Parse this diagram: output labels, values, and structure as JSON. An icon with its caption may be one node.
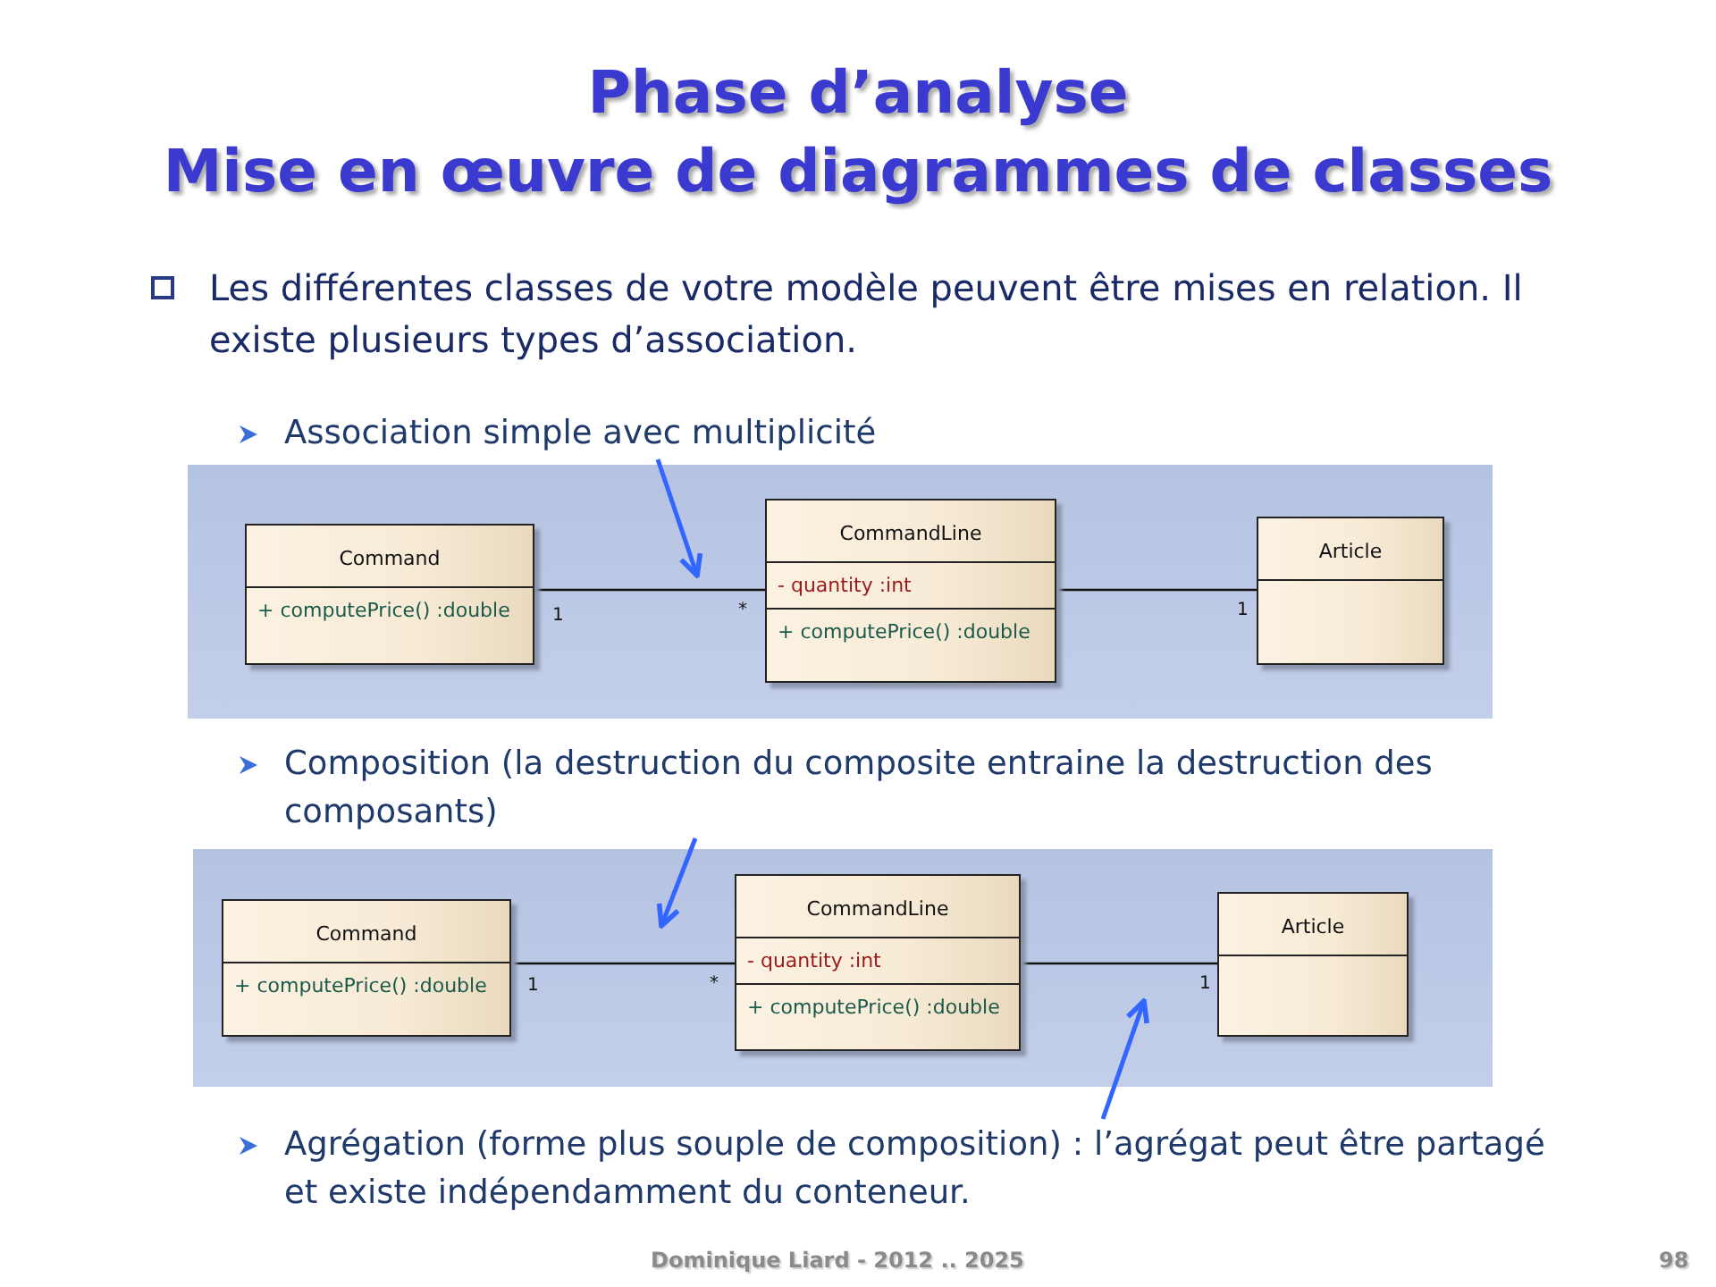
{
  "diagram": {
    "title": "Phase d’analyse",
    "nodes": [
      {
        "text": [
          "Association simple avec multiplicité"
        ]
      },
      {
        "text": [
          "Command",
          "+ computePrice() :double"
        ]
      },
      {
        "text": [
          "CommandLine",
          "- quantity :int",
          "+ computePrice() :double"
        ]
      },
      {
        "text": [
          "Article"
        ]
      },
      {
        "text": [
          "Composition (la destruction du composite entraine la destruction des composants)"
        ]
      },
      {
        "text": [
          "Command",
          "+ computePrice() :double"
        ]
      },
      {
        "text": [
          "CommandLine",
          "- quantity :int",
          "+ computePrice() :double"
        ]
      },
      {
        "text": [
          "Article"
        ]
      },
      {
        "text": [
          "Agrégation (forme plus souple de composition) : l’agrégat peut être partagé et existe indépendamment du conteneur."
        ]
      }
    ],
    "edges": [
      {
        "from": 1,
        "to": 2,
        "arrow": "none"
      },
      {
        "from": 2,
        "to": 3,
        "arrow": "none"
      },
      {
        "from": 0,
        "to": null,
        "arrow": "to",
        "color": "#3366ff"
      },
      {
        "from": 5,
        "to": 6,
        "arrow": "other"
      },
      {
        "from": 6,
        "to": 7,
        "arrow": "other"
      },
      {
        "from": 4,
        "to": null,
        "arrow": "to",
        "color": "#3366ff"
      },
      {
        "from": 8,
        "to": null,
        "arrow": "to",
        "color": "#3366ff"
      }
    ],
    "labels": [
      "Mise en œuvre de diagrammes de classes",
      "Les différentes classes de votre modèle peuvent être mises en relation. Il existe plusieurs types d’association.",
      "1",
      "*",
      "1",
      "1",
      "*",
      "1",
      "Dominique Liard - 2012 .. 2025",
      "98"
    ]
  }
}
